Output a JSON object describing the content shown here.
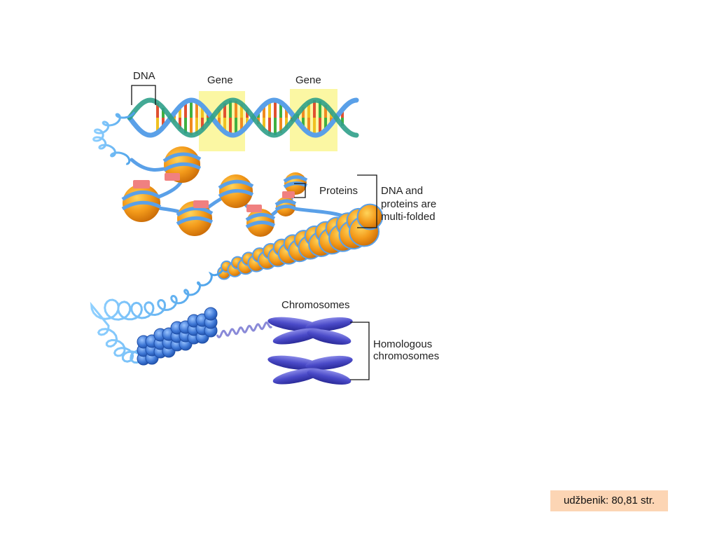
{
  "labels": {
    "dna": "DNA",
    "gene_1": "Gene",
    "gene_2": "Gene",
    "proteins": "Proteins",
    "folded_line1": "DNA and",
    "folded_line2": "proteins are",
    "folded_line3": "multi-folded",
    "chromosomes": "Chromosomes",
    "homologous_line1": "Homologous",
    "homologous_line2": "chromosomes"
  },
  "footnote": "udžbenik: 80,81 str.",
  "colors": {
    "dna_strand": "#5aa0e8",
    "dna_strand_dark": "#2f86cf",
    "gene_highlight": "#fbf7a3",
    "histone": "#f39a1a",
    "histone_dark": "#d9780a",
    "linker_protein": "#f08080",
    "chromatin_blue": "#3f78d6",
    "chromosome": "#4a4ac8",
    "footnote_bg": "#fcd5b4"
  },
  "icons": [
    "dna-helix-icon",
    "nucleosome-icon",
    "chromosome-icon"
  ]
}
